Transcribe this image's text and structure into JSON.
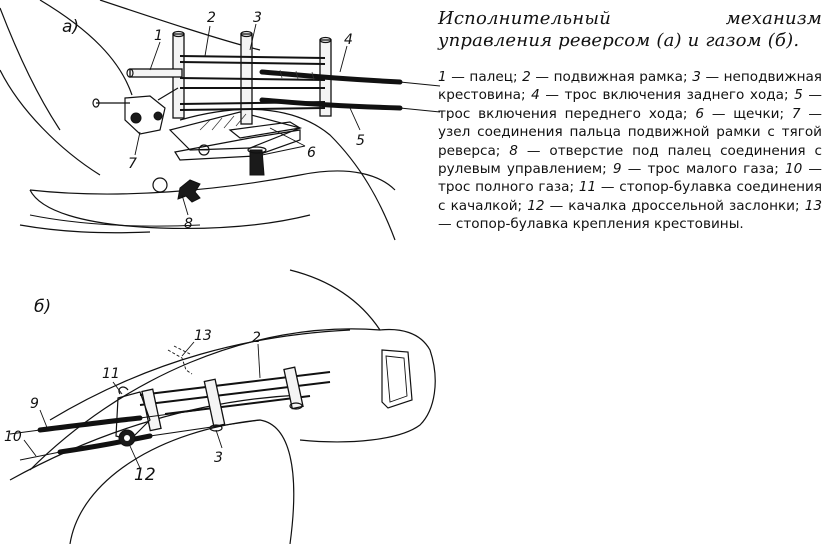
{
  "caption": {
    "title": "Исполнительный механизм управления реверсом (а) и газом (б).",
    "legend": [
      {
        "num": "1",
        "text": "палец"
      },
      {
        "num": "2",
        "text": "подвижная рамка"
      },
      {
        "num": "3",
        "text": "неподвижная крестовина"
      },
      {
        "num": "4",
        "text": "трос включения заднего хода"
      },
      {
        "num": "5",
        "text": "трос включения переднего хода"
      },
      {
        "num": "6",
        "text": "щечки"
      },
      {
        "num": "7",
        "text": "узел соединения пальца подвижной рамки с тягой реверса"
      },
      {
        "num": "8",
        "text": "отверстие под палец соединения с рулевым управлением"
      },
      {
        "num": "9",
        "text": "трос малого газа"
      },
      {
        "num": "10",
        "text": "трос полного газа"
      },
      {
        "num": "11",
        "text": "стопор-булавка соединения с качалкой"
      },
      {
        "num": "12",
        "text": "качалка дроссельной заслонки"
      },
      {
        "num": "13",
        "text": "стопор-булавка крепления крестовины"
      }
    ]
  },
  "figure_a": {
    "panel_label": "а)",
    "labels": {
      "l1": "1",
      "l2": "2",
      "l3": "3",
      "l4": "4",
      "l5": "5",
      "l6": "6",
      "l7": "7",
      "l8": "8"
    }
  },
  "figure_b": {
    "panel_label": "б)",
    "labels": {
      "l2": "2",
      "l3": "3",
      "l9": "9",
      "l10": "10",
      "l11": "11",
      "l12": "12",
      "l13": "13"
    }
  }
}
